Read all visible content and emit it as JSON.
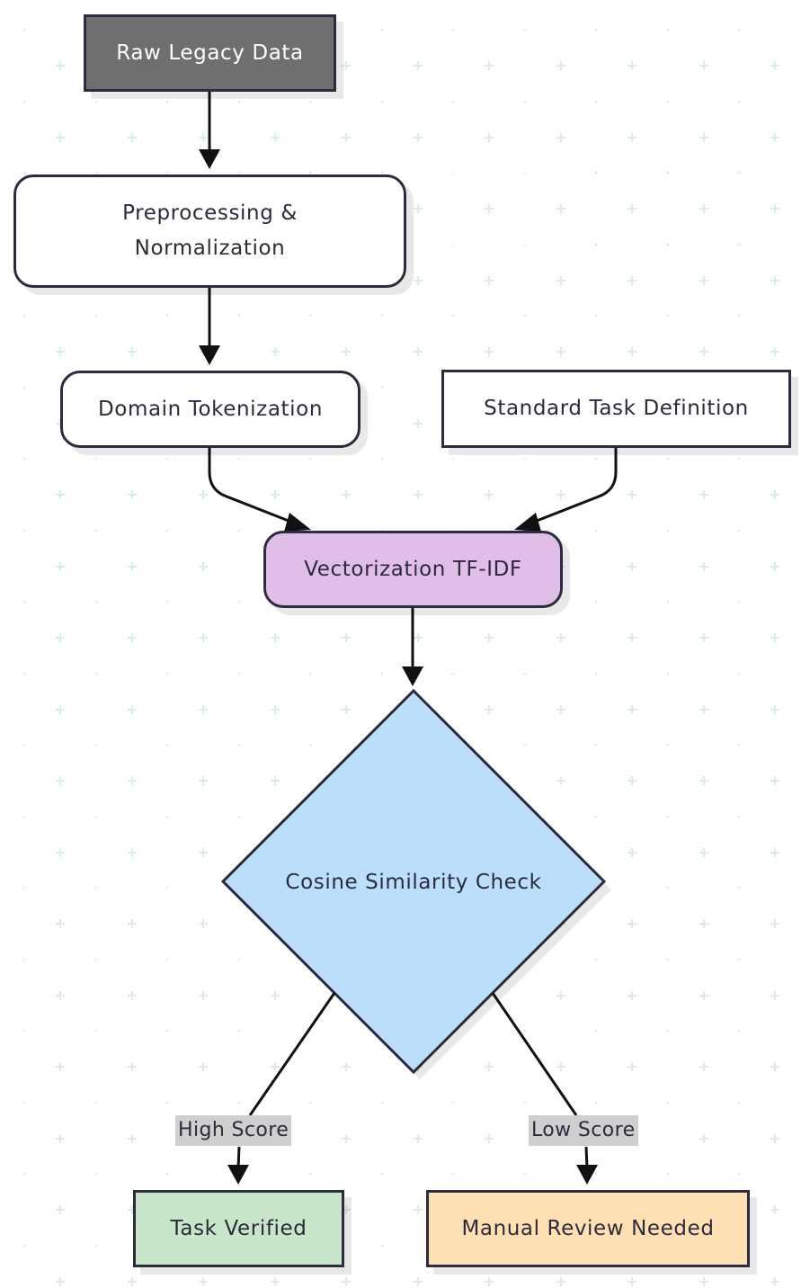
{
  "nodes": {
    "raw": "Raw Legacy Data",
    "preprocess": [
      "Preprocessing &",
      "Normalization"
    ],
    "tokenization": "Domain Tokenization",
    "standard": "Standard Task Definition",
    "vectorization": "Vectorization TF-IDF",
    "cosine": "Cosine Similarity Check",
    "verified": "Task Verified",
    "manual": "Manual Review Needed"
  },
  "edges": {
    "high": "High Score",
    "low": "Low Score"
  },
  "colors": {
    "raw_fill": "#6f6f6f",
    "vector_fill": "#e1bee7",
    "decision_fill": "#bbdefb",
    "verified_fill": "#c8e6c9",
    "manual_fill": "#ffe0b2",
    "stroke": "#2c2c3e",
    "grid": "#d9ecec"
  }
}
